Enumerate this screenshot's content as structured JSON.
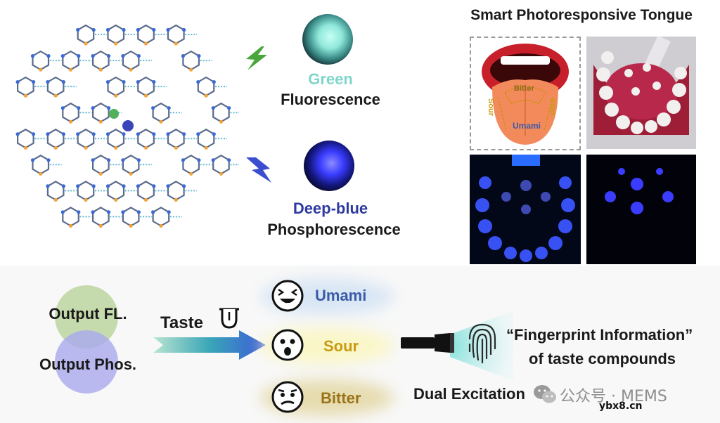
{
  "colors": {
    "green_label": "#7fd6cc",
    "blue_label": "#2f3aa0",
    "umami_label": "#3b5ba8",
    "sour_label": "#c89b12",
    "bitter_label": "#9a7418",
    "fl_circle": "#b9d39a",
    "phos_circle": "#a9a9ee",
    "uv_blue": "#2a3dff"
  },
  "top": {
    "panel_title": "Smart Photoresponsive Tongue",
    "green_word": "Green",
    "fluorescence": "Fluorescence",
    "deep_blue_word": "Deep-blue",
    "phosphorescence": "Phosphorescence",
    "tongue_labels": {
      "bitter": "Bitter",
      "sour_left": "Sour",
      "sour_right": "Sour",
      "umami": "Umami"
    }
  },
  "bottom": {
    "output_fl": "Output FL.",
    "output_phos": "Output Phos.",
    "taste": "Taste",
    "tastes": [
      "Umami",
      "Sour",
      "Bitter"
    ],
    "fingerprint_line1": "“Fingerprint Information”",
    "fingerprint_line2": "of taste compounds",
    "dual_excitation": "Dual Excitation"
  },
  "watermark": {
    "account": "公众号 · MEMS",
    "site": "ybx8.cn"
  },
  "icons": [
    "lightning-bolt-icon",
    "tongue-icon",
    "laughing-face-icon",
    "surprised-face-icon",
    "confused-face-icon",
    "flashlight-icon",
    "fingerprint-icon",
    "wechat-icon"
  ]
}
